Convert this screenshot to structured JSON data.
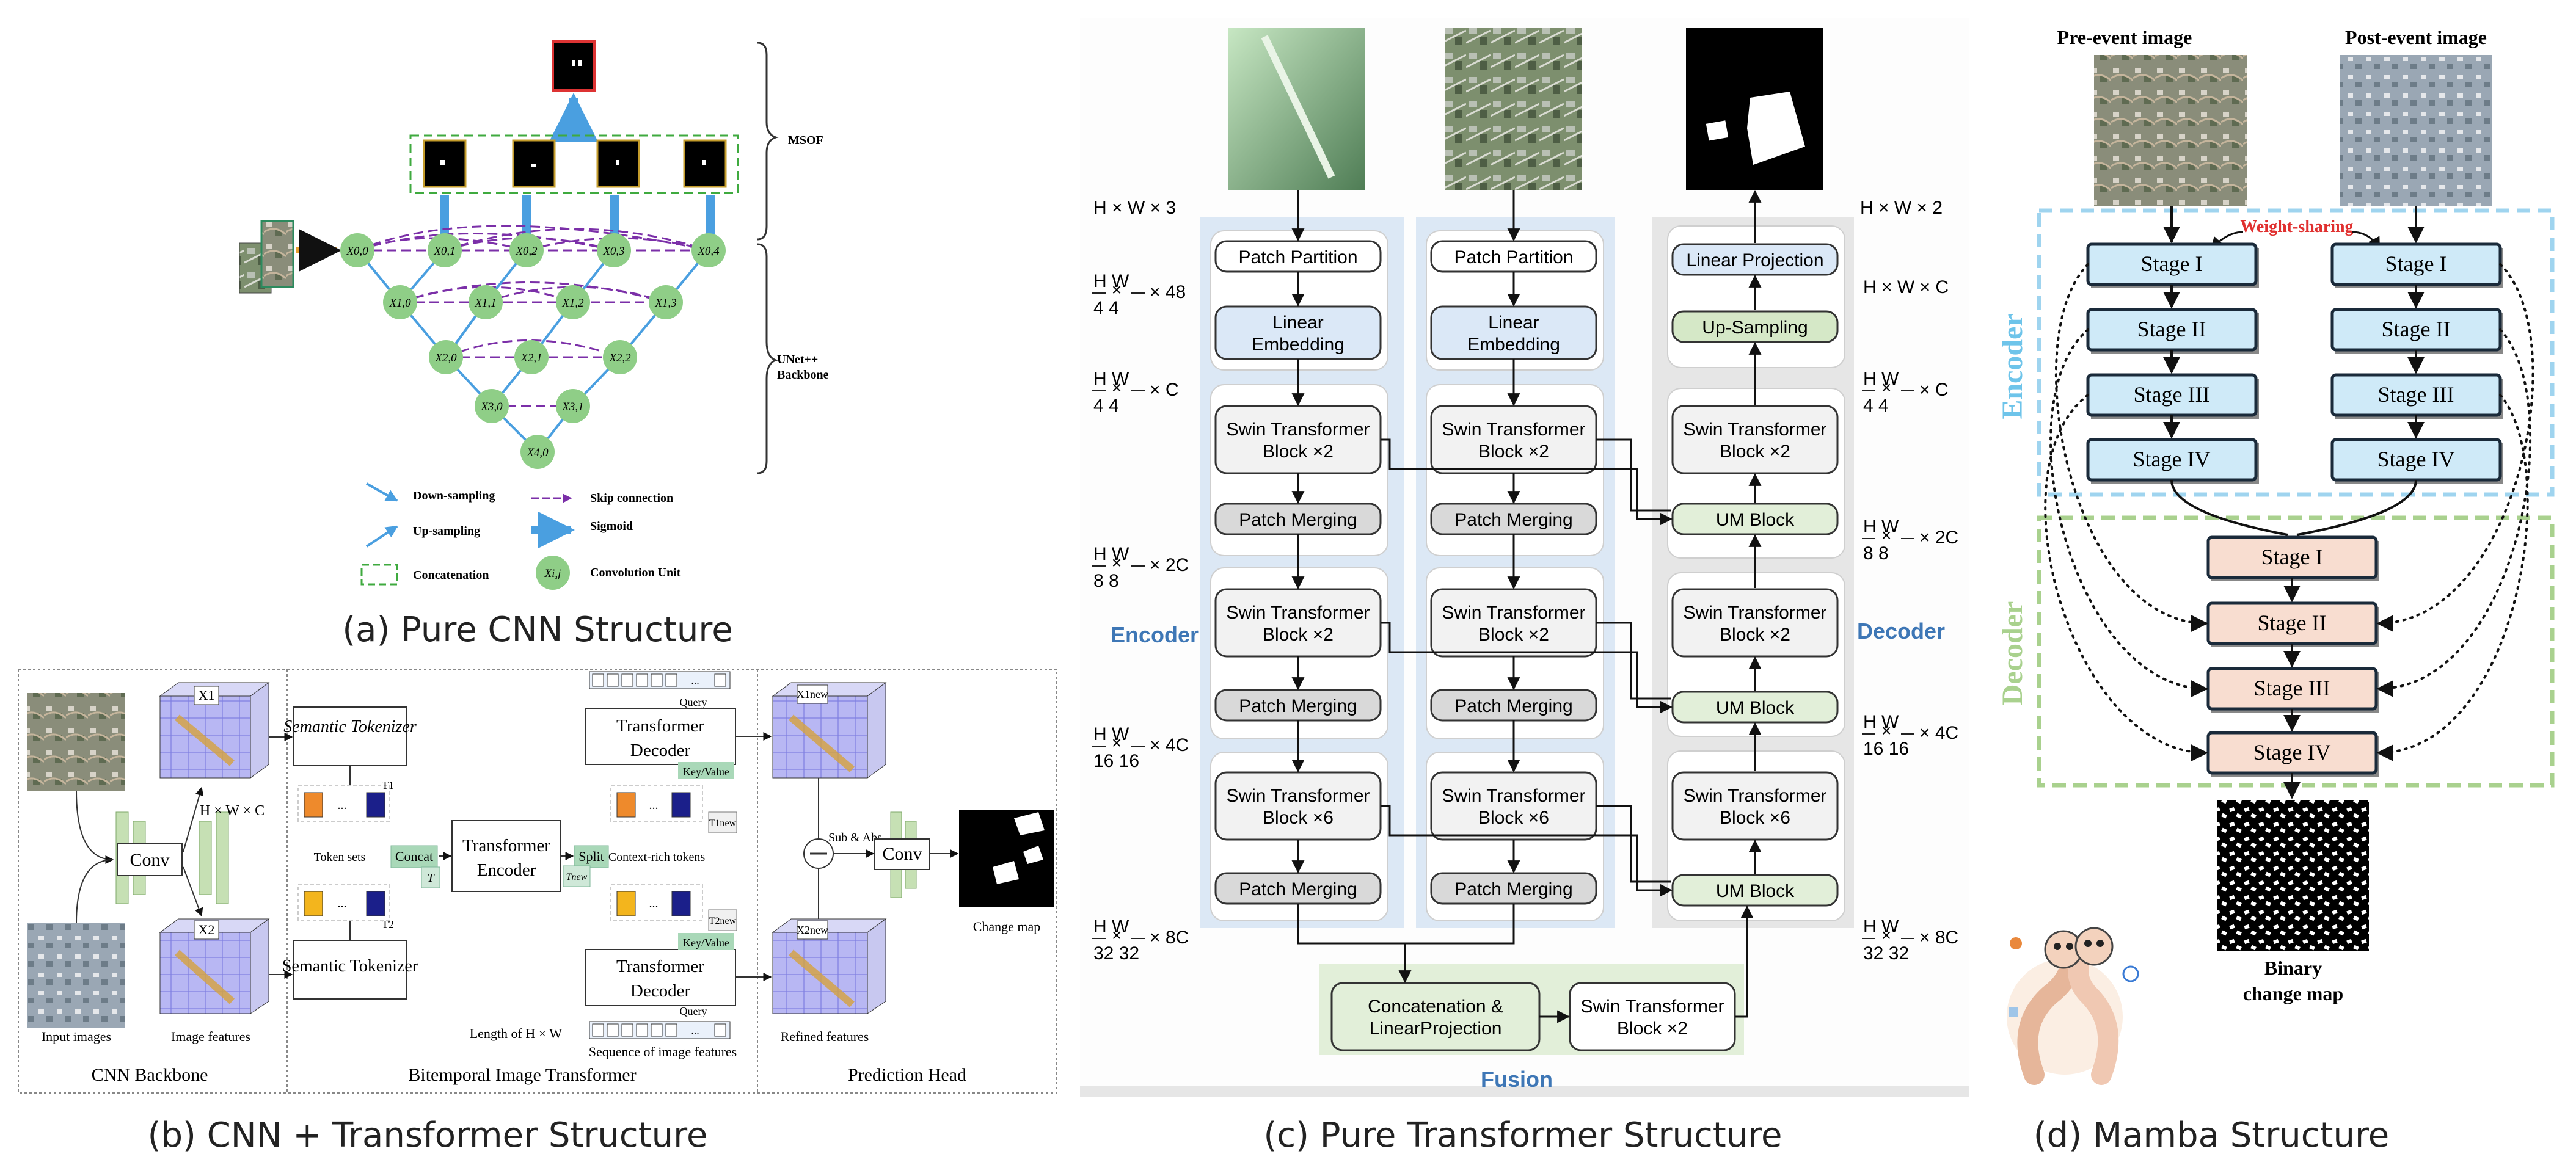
{
  "captions": {
    "a": "(a) Pure CNN Structure",
    "b": "(b) CNN + Transformer Structure",
    "c": "(c) Pure Transformer Structure",
    "d": "(d) Mamba Structure"
  },
  "panel_a": {
    "msof": "MSOF",
    "backbone_line1": "UNet++",
    "backbone_line2": "Backbone",
    "nodes": [
      "X0,0",
      "X0,1",
      "X0,2",
      "X0,3",
      "X0,4",
      "X1,0",
      "X1,1",
      "X1,2",
      "X1,3",
      "X2,0",
      "X2,1",
      "X2,2",
      "X3,0",
      "X3,1",
      "X4,0"
    ],
    "legend": {
      "down": "Down-sampling",
      "up": "Up-sampling",
      "concat": "Concatenation",
      "skip": "Skip connection",
      "sigmoid": "Sigmoid",
      "conv_unit": "Convolution Unit",
      "node_label": "Xi,j"
    }
  },
  "panel_b": {
    "conv": "Conv",
    "x1": "X1",
    "x2": "X2",
    "hwc": "H × W × C",
    "semantic_tokenizer": "Semantic Tokenizer",
    "token_sets": "Token sets",
    "concat": "Concat",
    "transformer_encoder": "Transformer Encoder",
    "split": "Split",
    "context_tokens": "Context-rich tokens",
    "transformer_decoder": "Transformer Decoder",
    "query": "Query",
    "keyvalue": "Key/Value",
    "t": "T",
    "t1": "T1",
    "t2": "T2",
    "tnew": "Tnew",
    "tnew1": "T1new",
    "tnew2": "T2new",
    "xnew1": "X1new",
    "xnew2": "X2new",
    "sub_abs": "Sub & Abs",
    "change_map": "Change map",
    "input_images": "Input images",
    "image_features": "Image features",
    "length_hw": "Length of H × W",
    "seq_features": "Sequence of image features",
    "refined_features": "Refined features",
    "cnn_backbone": "CNN Backbone",
    "bitemporal": "Bitemporal Image Transformer",
    "prediction_head": "Prediction Head",
    "ellipsis": "..."
  },
  "panel_c": {
    "patch_partition": "Patch Partition",
    "linear_embedding_1": "Linear",
    "linear_embedding_2": "Embedding",
    "swin_line1": "Swin Transformer",
    "block_x2": "Block ×2",
    "block_x6": "Block ×6",
    "patch_merging": "Patch Merging",
    "linear_projection": "Linear Projection",
    "up_sampling": "Up-Sampling",
    "um_block": "UM Block",
    "concat_line1": "Concatenation &",
    "concat_line2": "LinearProjection",
    "encoder": "Encoder",
    "decoder": "Decoder",
    "fusion": "Fusion",
    "dims_left": {
      "d0": "H × W × 3",
      "d1_top": "H   W",
      "d1_bot": "4   4",
      "d1_suf": "× 48",
      "d2_top": "H   W",
      "d2_bot": "4   4",
      "d2_suf": "× C",
      "d3_top": "H   W",
      "d3_bot": "8   8",
      "d3_suf": "× 2C",
      "d4_top": "H    W",
      "d4_bot": "16   16",
      "d4_suf": "× 4C",
      "d5_top": "H    W",
      "d5_bot": "32   32",
      "d5_suf": "× 8C"
    },
    "dims_right": {
      "d0": "H × W × 2",
      "d1": "H × W × C",
      "d2_top": "H   W",
      "d2_bot": "4   4",
      "d2_suf": "× C",
      "d3_top": "H   W",
      "d3_bot": "8   8",
      "d3_suf": "× 2C",
      "d4_top": "H    W",
      "d4_bot": "16   16",
      "d4_suf": "× 4C",
      "d5_top": "H    W",
      "d5_bot": "32   32",
      "d5_suf": "× 8C"
    }
  },
  "panel_d": {
    "pre_event": "Pre-event image",
    "post_event": "Post-event image",
    "weight_sharing": "Weight-sharing",
    "encoder": "Encoder",
    "decoder": "Decoder",
    "stages": [
      "Stage I",
      "Stage II",
      "Stage III",
      "Stage IV"
    ],
    "binary_line1": "Binary",
    "binary_line2": "change map"
  },
  "colors": {
    "node_green": "#8fce87",
    "arrow_blue": "#4a9fe0",
    "skip_purple": "#7b2fa8",
    "concat_green": "#3faa3f",
    "enc_bg": "#dce8f5",
    "dec_bg": "#e6e6e6",
    "fusion_bg": "#e2efd9",
    "label_blue": "#3e77b6",
    "stage_enc": "#cfeaf8",
    "stage_dec": "#f8ddd0",
    "weight_red": "#e0302f",
    "mamba_enc_border": "#9fd4ef",
    "mamba_dec_border": "#a9d18e"
  }
}
